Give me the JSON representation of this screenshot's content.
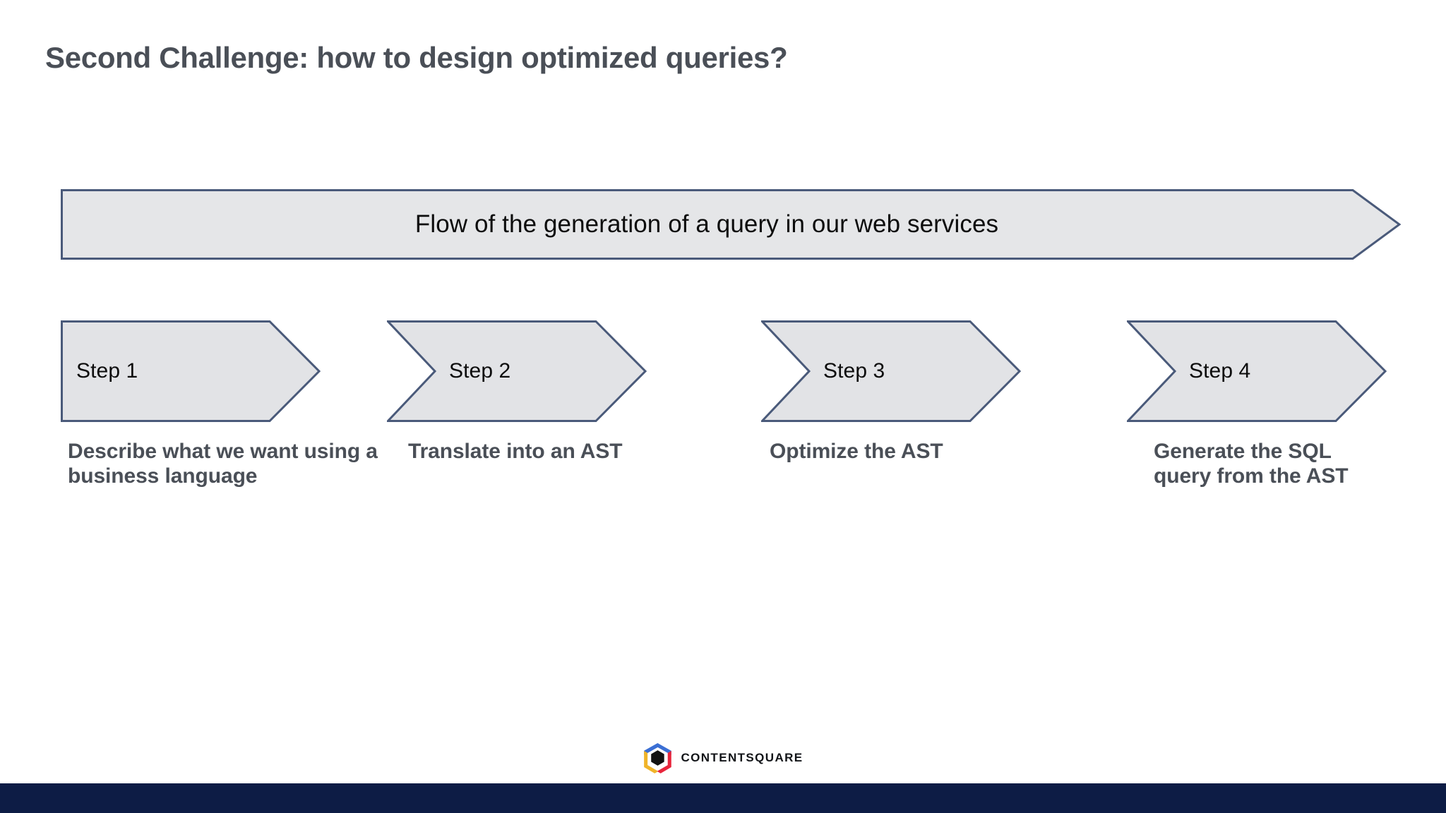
{
  "slide": {
    "title": "Second Challenge: how to design optimized queries?",
    "background_color": "#ffffff"
  },
  "banner": {
    "label": "Flow of the generation of a query in our web services",
    "fill_color": "#e5e6e8",
    "stroke_color": "#4a5a7a"
  },
  "steps": [
    {
      "label": "Step 1",
      "caption": "Describe what we want using a business language",
      "shape": "pentagon-arrow",
      "fill_color": "#e2e3e6",
      "stroke_color": "#4a5a7a"
    },
    {
      "label": "Step 2",
      "caption": "Translate into an AST",
      "shape": "chevron",
      "fill_color": "#e2e3e6",
      "stroke_color": "#4a5a7a"
    },
    {
      "label": "Step 3",
      "caption": "Optimize the AST",
      "shape": "chevron",
      "fill_color": "#e2e3e6",
      "stroke_color": "#4a5a7a"
    },
    {
      "label": "Step 4",
      "caption": "Generate the SQL query from the AST",
      "shape": "chevron",
      "fill_color": "#e2e3e6",
      "stroke_color": "#4a5a7a"
    }
  ],
  "footer": {
    "logo_wordmark": "CONTENTSQUARE",
    "logo_icon": "contentsquare-hexagon-logo",
    "logo_colors": {
      "blue": "#3b6fd4",
      "yellow": "#f0b429",
      "red": "#e8253c",
      "core": "#121212"
    },
    "bar_color": "#0d1c45"
  },
  "text_colors": {
    "title": "#4a4f57",
    "caption": "#4a4f57",
    "shape_label": "#0c0c0c"
  }
}
